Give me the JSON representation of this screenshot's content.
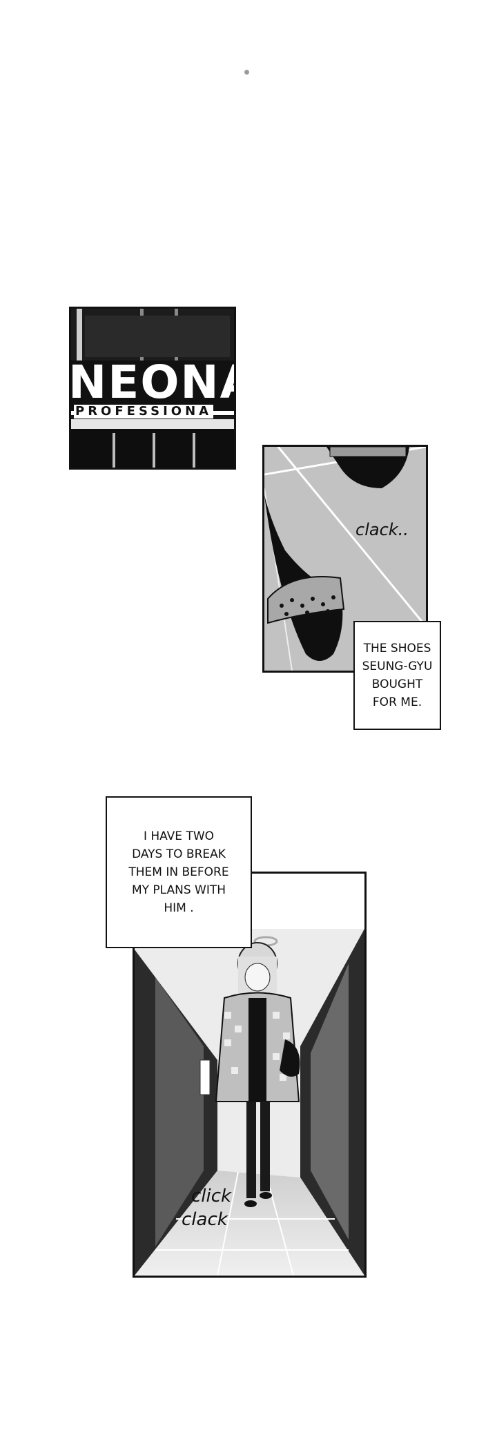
{
  "panel1": {
    "sign_word": "NEONA",
    "sign_subtitle": "PROFESSIONA"
  },
  "panel2": {
    "sfx": "clack.."
  },
  "caption1": {
    "lines": [
      "THE SHOES",
      "SEUNG-GYU",
      "BOUGHT",
      "FOR ME."
    ]
  },
  "caption2": {
    "lines": [
      "I HAVE TWO",
      "DAYS TO BREAK",
      "THEM IN BEFORE",
      "MY PLANS WITH",
      "HIM ."
    ]
  },
  "panel3": {
    "sfx_1": "click",
    "sfx_2": "clack"
  },
  "colors": {
    "ink": "#111111",
    "paper": "#ffffff",
    "tone": "#bdbdbd"
  }
}
